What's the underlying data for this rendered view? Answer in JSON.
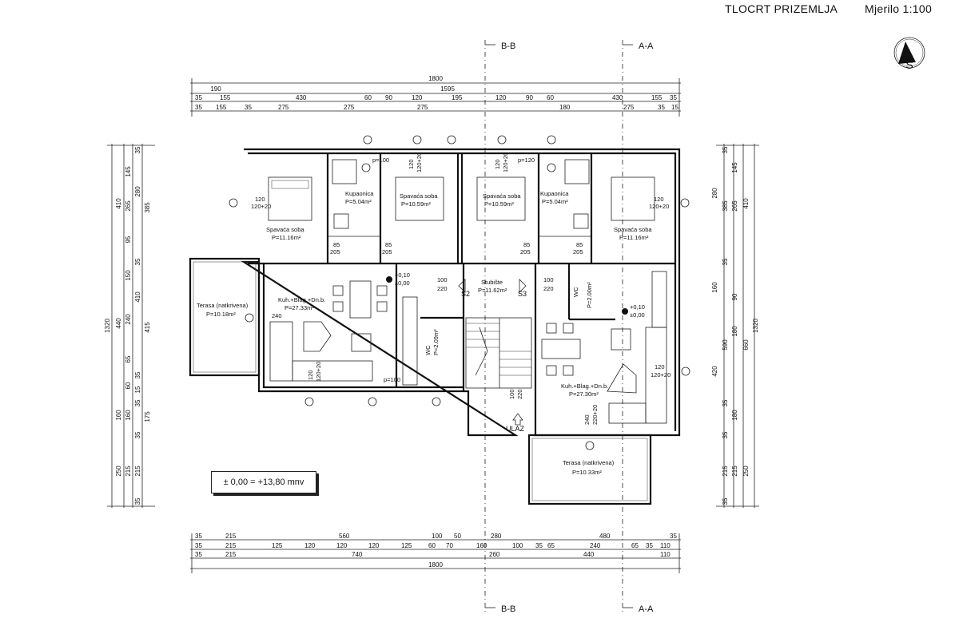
{
  "header": {
    "title": "TLOCRT PRIZEMLJA",
    "scale": "Mjerilo 1:100"
  },
  "north_icon": "north-arrow-icon",
  "sections": {
    "bb": "B-B",
    "aa": "A-A"
  },
  "elevation_note": "± 0,00 = +13,80 mnv",
  "entrance": "ULAZ",
  "stairs": {
    "s2": "S2",
    "s3": "S3"
  },
  "rooms": {
    "bed1_name": "Spavaća soba",
    "bed1_area": "P=11.16m²",
    "bath1_name": "Kupaonica",
    "bath1_area": "P=5.04m²",
    "bed2_name": "Spavaća soba",
    "bed2_area": "P=10.59m²",
    "bed3_name": "Spavaća soba",
    "bed3_area": "P=10.59m²",
    "bath2_name": "Kupaonica",
    "bath2_area": "P=5.04m²",
    "bed4_name": "Spavaća soba",
    "bed4_area": "P=11.16m²",
    "kit1_name": "Kuh.+Blag.+Dn.b.",
    "kit1_area": "P=27.33m²",
    "stair_name": "Stubište",
    "stair_area": "P=11.62m²",
    "wc1": "WC",
    "wc1_area": "P=2.00m²",
    "wc2": "WC",
    "wc2_area": "P=2.09m²",
    "kit2_name": "Kuh.+Blag.+Dn.b.",
    "kit2_area": "P=27.30m²",
    "ter1_name": "Terasa (natkrivena)",
    "ter1_area": "P=10.18m²",
    "ter2_name": "Terasa (natkrivena)",
    "ter2_area": "P=10.33m²"
  },
  "levels": {
    "l1a": "+0,10",
    "l1b": "±0,00",
    "l2a": "+0,10",
    "l2b": "±0,00"
  },
  "openings": {
    "o1": "120",
    "o1b": "120+20",
    "o2": "p=100",
    "o3": "120",
    "o3b": "120+20",
    "o4": "120",
    "o4b": "120+20",
    "o5": "p=120",
    "o6": "120",
    "o6b": "120+20",
    "d1": "85",
    "d1b": "205",
    "d2": "85",
    "d2b": "205",
    "d3": "85",
    "d3b": "205",
    "d4": "85",
    "d4b": "205",
    "s1": "100",
    "s1b": "220",
    "s2": "100",
    "s2b": "220",
    "k1": "240",
    "k2": "120",
    "k2b": "120+20",
    "k3": "p=100",
    "k4": "240",
    "k4b": "220+20",
    "e1": "100",
    "e1b": "220",
    "w1": "120",
    "w1b": "120+20"
  },
  "dims_top": {
    "r1": [
      "1800"
    ],
    "r2": [
      "190",
      "1595"
    ],
    "r3": [
      "35",
      "155",
      "430",
      "60",
      "90",
      "120",
      "195",
      "120",
      "90",
      "60",
      "430",
      "155",
      "35"
    ],
    "r4": [
      "35",
      "155",
      "35",
      "275",
      "275",
      "275",
      "180",
      "275",
      "35",
      "15"
    ]
  },
  "dims_bottom": {
    "r1": [
      "35",
      "215",
      "560",
      "100",
      "50",
      "280",
      "480",
      "35"
    ],
    "r2": [
      "35",
      "215",
      "125",
      "120",
      "120",
      "120",
      "125",
      "60",
      "70",
      "160",
      "100",
      "35",
      "65",
      "240",
      "65",
      "35",
      "110"
    ],
    "r3": [
      "35",
      "215",
      "740",
      "260",
      "440",
      "110"
    ],
    "r4": [
      "1800"
    ]
  },
  "dims_left": {
    "r1": [
      "1320"
    ],
    "r2": [
      "410",
      "440",
      "160",
      "250"
    ],
    "r3": [
      "145",
      "265",
      "95",
      "150",
      "240",
      "65",
      "60",
      "160",
      "215"
    ],
    "r4": [
      "35",
      "280",
      "385",
      "35",
      "410",
      "415",
      "35",
      "15",
      "35",
      "175",
      "35",
      "215",
      "35"
    ]
  },
  "dims_right": {
    "r1": [
      "1320"
    ],
    "r2": [
      "410",
      "590",
      "660",
      "250"
    ],
    "r3": [
      "145",
      "265",
      "160",
      "90",
      "180",
      "420",
      "180",
      "215"
    ],
    "r4": [
      "35",
      "280",
      "385",
      "35",
      "35",
      "35",
      "215",
      "35"
    ]
  }
}
